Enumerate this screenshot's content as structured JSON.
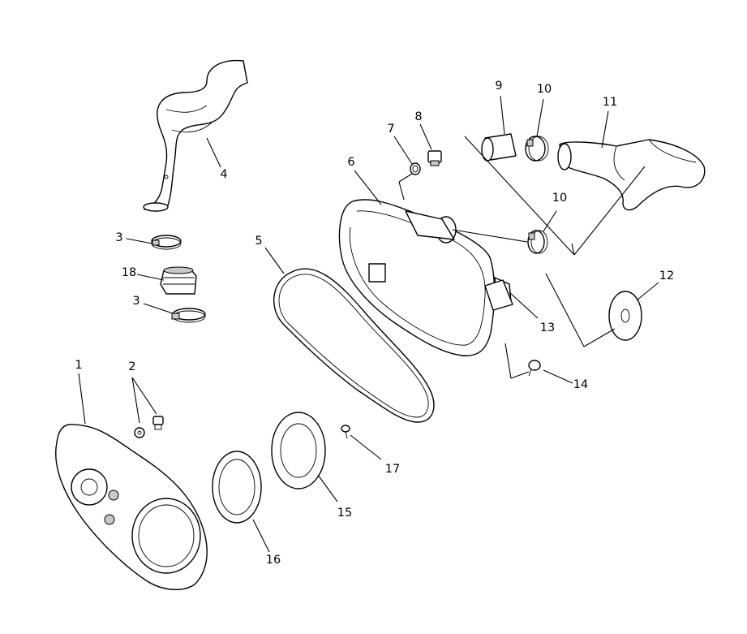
{
  "callouts": {
    "c1": "1",
    "c2": "2",
    "c3a": "3",
    "c3b": "3",
    "c4": "4",
    "c5": "5",
    "c6": "6",
    "c7": "7",
    "c8": "8",
    "c9": "9",
    "c10a": "10",
    "c10b": "10",
    "c11": "11",
    "c12": "12",
    "c13": "13",
    "c14": "14",
    "c15": "15",
    "c16": "16",
    "c17": "17",
    "c18": "18"
  }
}
